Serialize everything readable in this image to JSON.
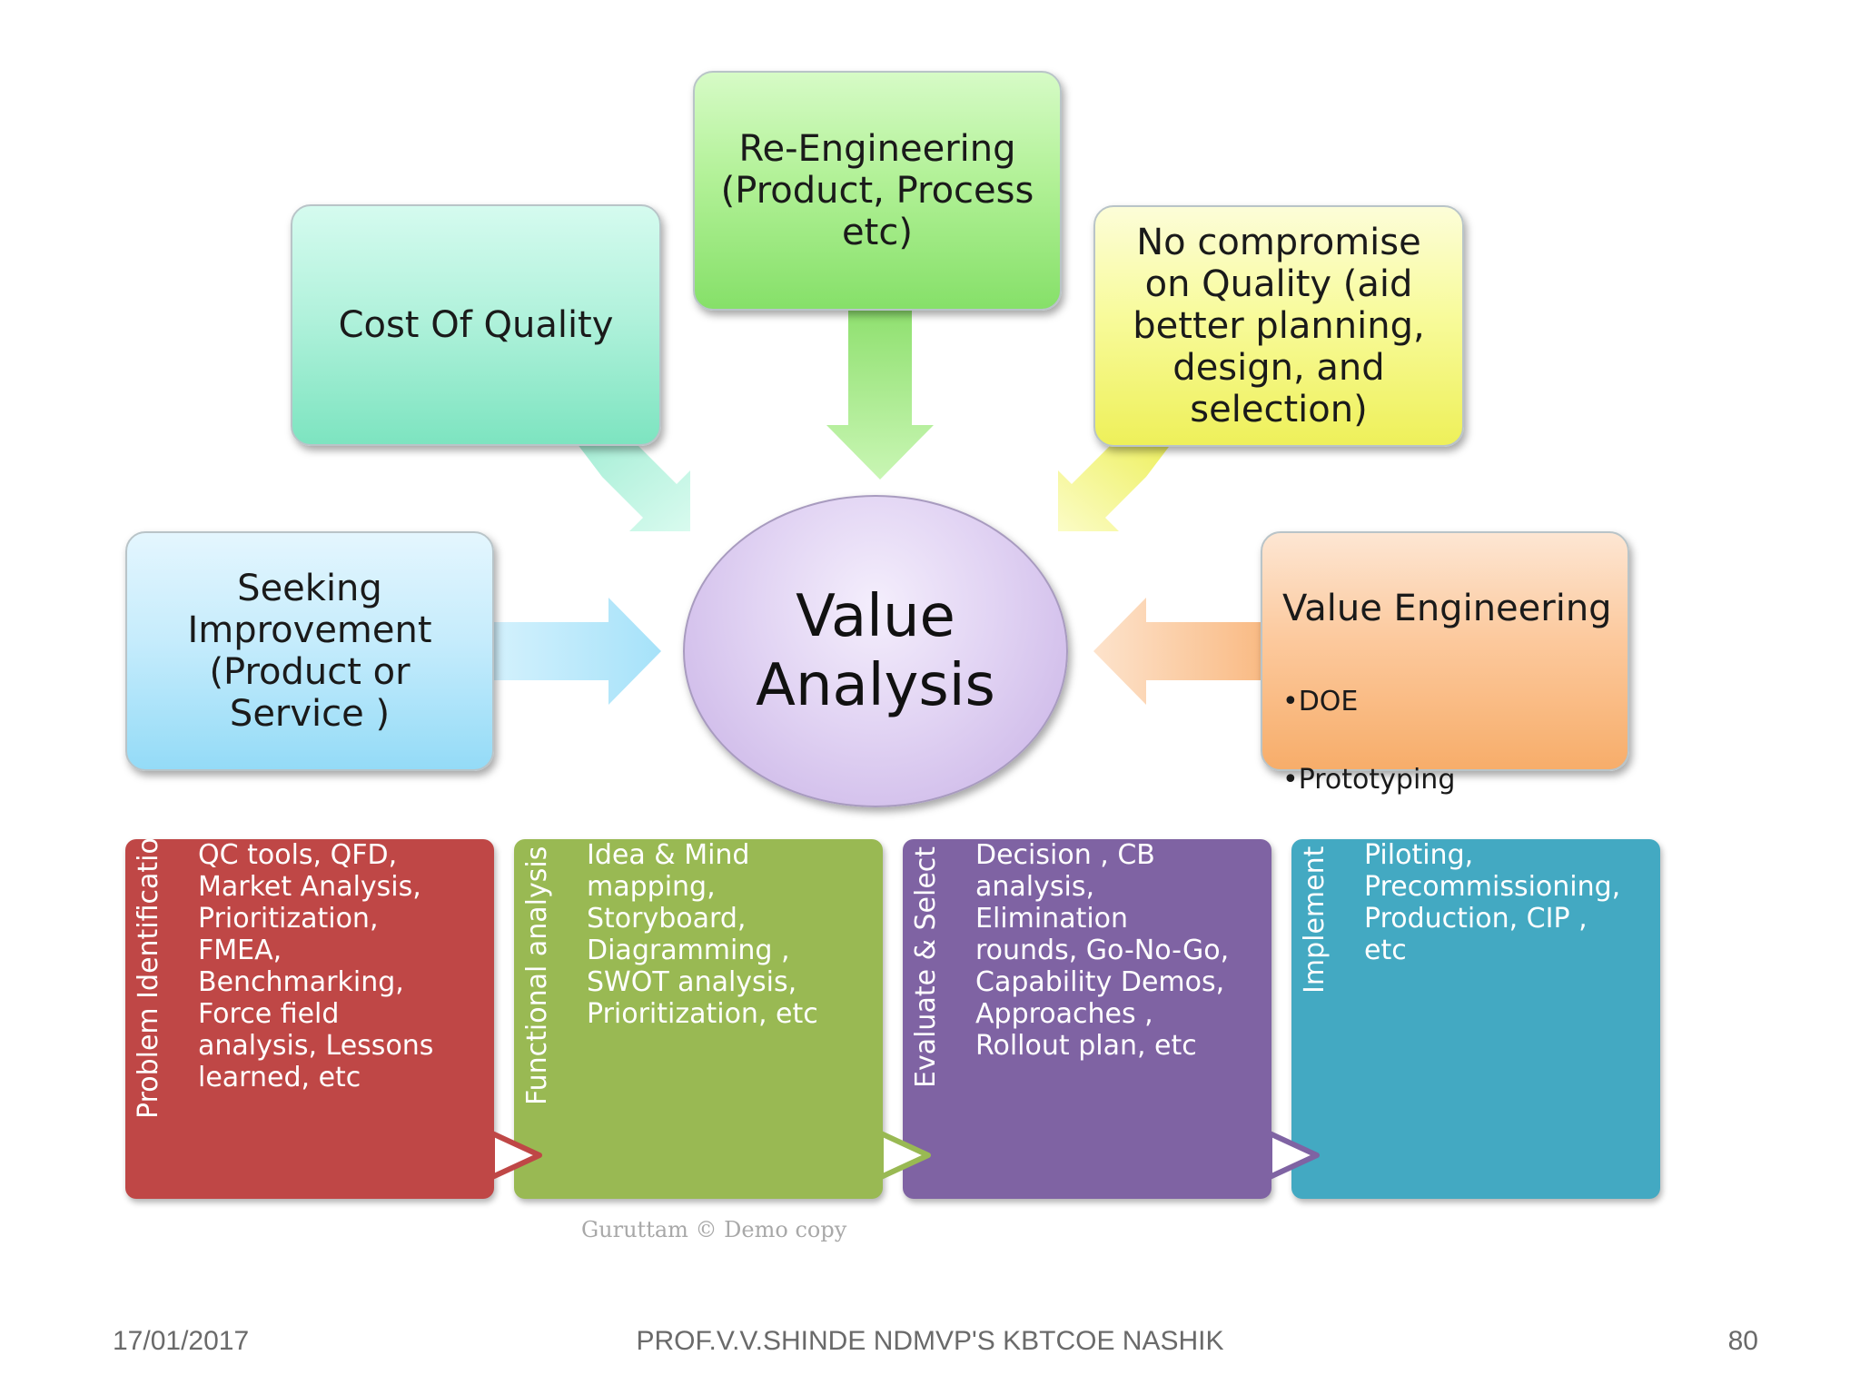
{
  "center": {
    "label": "Value\nAnalysis"
  },
  "inputs": {
    "cost_of_quality": "Cost Of Quality",
    "re_engineering": "Re-Engineering\n(Product, Process\netc)",
    "no_compromise": "No compromise\non Quality (aid\nbetter planning,\ndesign, and\nselection)",
    "seeking_improvement": "Seeking\nImprovement\n(Product or\nService )",
    "value_engineering": {
      "title": "Value Engineering",
      "bullets": [
        "•DOE",
        "•Prototyping"
      ]
    }
  },
  "phases": [
    {
      "label": "Problem Identification",
      "text": "QC tools, QFD,\nMarket Analysis,\nPrioritization,\nFMEA,\nBenchmarking,\nForce field\nanalysis, Lessons\nlearned, etc"
    },
    {
      "label": "Functional analysis",
      "text": "Idea & Mind\nmapping,\nStoryboard,\nDiagramming ,\nSWOT analysis,\nPrioritization, etc"
    },
    {
      "label": "Evaluate & Select",
      "text": "Decision ,  CB\nanalysis,\nElimination\nrounds, Go-No-Go,\nCapability  Demos,\nApproaches ,\nRollout plan, etc"
    },
    {
      "label": "Implement",
      "text": "Piloting,\nPrecommissioning,\nProduction, CIP ,\netc"
    }
  ],
  "watermark": "Guruttam © Demo copy",
  "footer": {
    "date": "17/01/2017",
    "center": "PROF.V.V.SHINDE NDMVP'S KBTCOE NASHIK",
    "page": "80"
  },
  "colors": {
    "cost_of_quality": "#b2f2dc",
    "re_engineering": "#b2f197",
    "no_compromise": "#f8fb9c",
    "seeking_improvement": "#c6ecfc",
    "value_engineering": "#fcc99d",
    "center": "#e1d3f3",
    "phase_problem": "#bf4746",
    "phase_functional": "#99b953",
    "phase_evaluate": "#7f63a3",
    "phase_implement": "#43a9c2"
  }
}
